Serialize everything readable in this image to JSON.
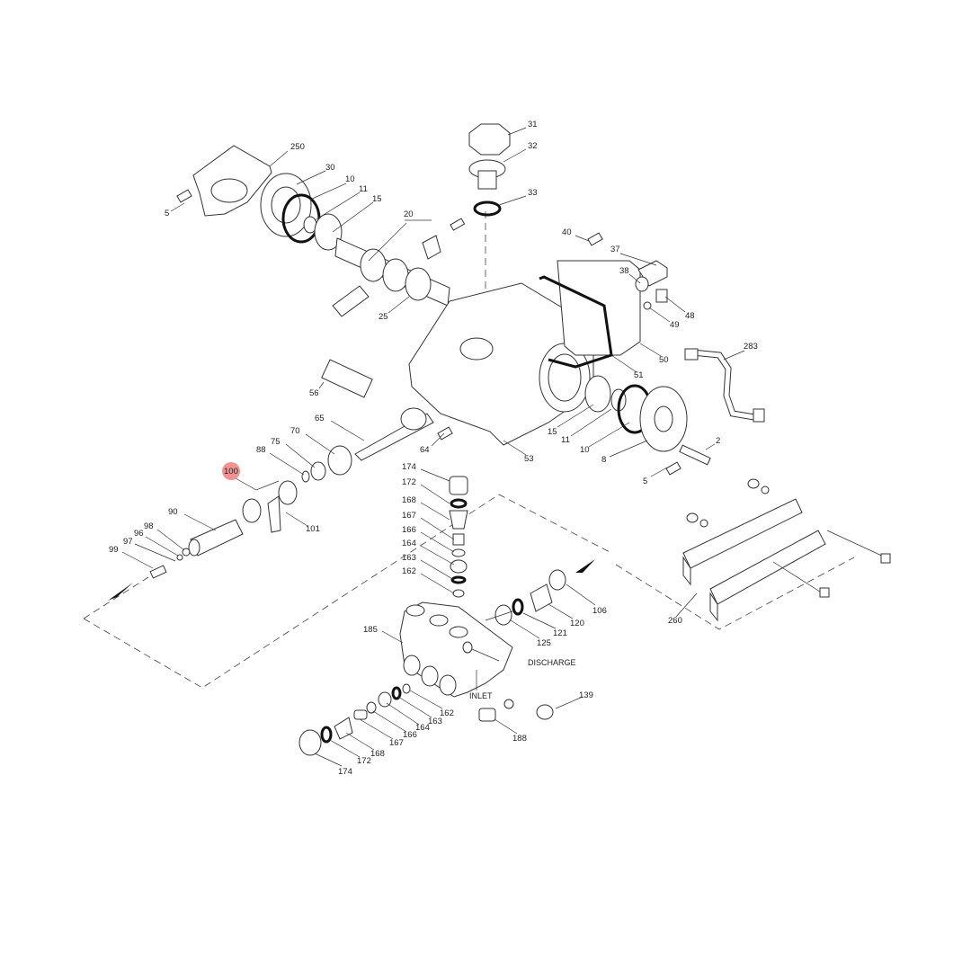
{
  "diagram": {
    "highlight_color": "#f08080",
    "highlighted_part": "100",
    "labels": [
      "250",
      "30",
      "10",
      "11",
      "15",
      "5",
      "20",
      "25",
      "31",
      "32",
      "33",
      "40",
      "37",
      "38",
      "48",
      "49",
      "50",
      "51",
      "283",
      "56",
      "65",
      "70",
      "75",
      "88",
      "64",
      "53",
      "15",
      "11",
      "10",
      "8",
      "2",
      "5",
      "100",
      "90",
      "98",
      "96",
      "97",
      "99",
      "101",
      "174",
      "172",
      "168",
      "167",
      "166",
      "164",
      "163",
      "162",
      "185",
      "106",
      "120",
      "121",
      "125",
      "139",
      "188",
      "162",
      "163",
      "164",
      "166",
      "167",
      "168",
      "172",
      "174",
      "260"
    ],
    "callouts": {
      "discharge": "DISCHARGE",
      "inlet": "INLET"
    }
  }
}
